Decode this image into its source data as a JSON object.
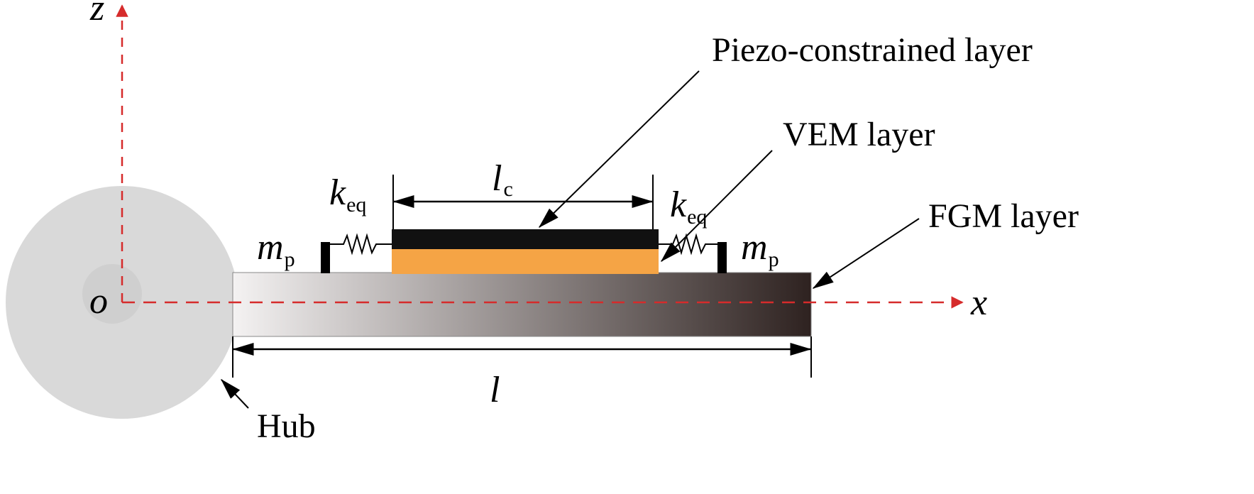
{
  "labels": {
    "axis_z": "z",
    "axis_x": "x",
    "origin": "o",
    "hub": "Hub",
    "piezo_layer": "Piezo-constrained layer",
    "vem_layer": "VEM layer",
    "fgm_layer": "FGM layer",
    "length_beam": "l",
    "length_patch": "l",
    "length_patch_sub": "c",
    "spring_left": "k",
    "spring_left_sub": "eq",
    "spring_right": "k",
    "spring_right_sub": "eq",
    "mass_left": "m",
    "mass_left_sub": "p",
    "mass_right": "m",
    "mass_right_sub": "p"
  },
  "colors": {
    "hub": "#d9d9d9",
    "hub_inner": "#cfcfcf",
    "fgm_start": "#f4f2f2",
    "fgm_end": "#2e2220",
    "piezo": "#111111",
    "vem": "#f5a445",
    "axis": "#d62b2b",
    "line": "#000000"
  }
}
